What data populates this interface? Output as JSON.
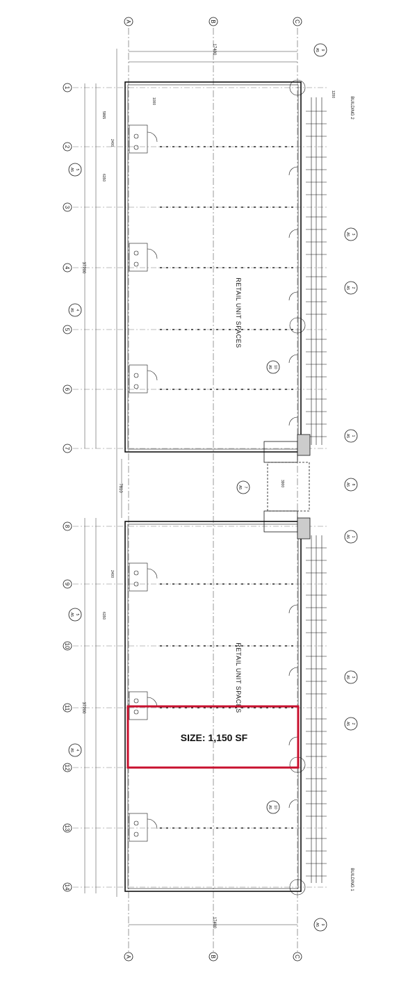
{
  "grid_letters": [
    "A",
    "B",
    "C"
  ],
  "grid_numbers": [
    "1",
    "2",
    "3",
    "4",
    "5",
    "6",
    "7",
    "8",
    "9",
    "10",
    "11",
    "12",
    "13",
    "14"
  ],
  "overall_dims": {
    "width_top": "17400",
    "width_bottom": "17400",
    "length_top_building": "37200",
    "length_bottom_building": "37200",
    "gap": "7810"
  },
  "building_labels": {
    "top": "BUILDING 2",
    "bottom": "BUILDING 1"
  },
  "room_labels": {
    "top": "RETAIL UNIT SPACES",
    "bottom": "RETAIL UNIT SPACES"
  },
  "section_markers": [
    {
      "num": "5",
      "sheet": "A5"
    },
    {
      "num": "4",
      "sheet": "A5"
    },
    {
      "num": "3",
      "sheet": "A5"
    },
    {
      "num": "2",
      "sheet": "A5"
    },
    {
      "num": "1",
      "sheet": "A5"
    },
    {
      "num": "8",
      "sheet": "A5"
    },
    {
      "num": "7",
      "sheet": "A5"
    },
    {
      "num": "9",
      "sheet": "A5"
    },
    {
      "num": "10",
      "sheet": "A5"
    }
  ],
  "highlight": {
    "text": "SIZE: 1,150 SF",
    "color": "#c8102e"
  },
  "dims_small": [
    "2400",
    "1000",
    "1200",
    "5865",
    "6150",
    "3900",
    "2400",
    "6150"
  ]
}
